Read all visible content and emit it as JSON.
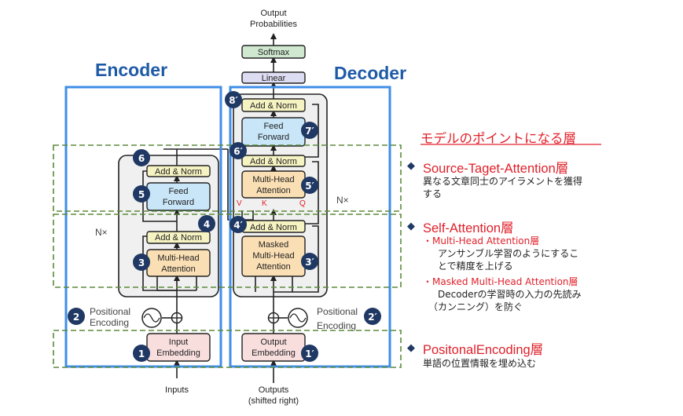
{
  "titles": {
    "encoder": "Encoder",
    "decoder": "Decoder"
  },
  "diagram": {
    "output_probabilities": [
      "Output",
      "Probabilities"
    ],
    "softmax": "Softmax",
    "linear": "Linear",
    "add_norm": "Add & Norm",
    "feed_forward": [
      "Feed",
      "Forward"
    ],
    "multi_head_attention": [
      "Multi-Head",
      "Attention"
    ],
    "masked_multi_head_attention": [
      "Masked",
      "Multi-Head",
      "Attention"
    ],
    "input_embedding": [
      "Input",
      "Embedding"
    ],
    "output_embedding": [
      "Output",
      "Embedding"
    ],
    "positional_encoding": [
      "Positional",
      "Encoding"
    ],
    "inputs": "Inputs",
    "outputs": [
      "Outputs",
      "(shifted right)"
    ],
    "nx": "N×",
    "qkv": [
      "V",
      "K",
      "Q"
    ],
    "plus": "⊕"
  },
  "badges": {
    "encoder": [
      "1",
      "2",
      "3",
      "4",
      "5",
      "6"
    ],
    "decoder": [
      "1′",
      "2′",
      "3′",
      "4′",
      "5′",
      "6′",
      "7′",
      "8′"
    ]
  },
  "annotations": {
    "model_point": "モデルのポイントになる層",
    "marker": "◆",
    "source_target": {
      "title": "Source-Taget-Attention層",
      "desc": [
        "異なる文章同士のアイラメントを獲得",
        "する"
      ]
    },
    "self_attention": {
      "title": "Self-Attention層",
      "bullet1": "・Multi-Head Attention層",
      "desc1": [
        "アンサンブル学習のようにするこ",
        "とで精度を上げる"
      ],
      "bullet2": "・Masked Multi-Head Attention層",
      "desc2": [
        "Decoderの学習時の入力の先読み",
        "（カンニング）を防ぐ"
      ]
    },
    "positional": {
      "title": "PositonalEncoding層",
      "desc": "単語の位置情報を埋め込む"
    }
  },
  "colors": {
    "accent_blue": "#3f8ee8",
    "title_blue": "#1f5aa6",
    "dashed_green": "#5b8a3a",
    "badge_navy": "#1f3864",
    "red": "#e0202a",
    "softmax_green": "#cfe8cf",
    "linear_lavender": "#dcdcf2",
    "add_norm_yellow": "#f6f3c2",
    "feed_forward_blue": "#c8e6f8",
    "attention_orange": "#fbdfb4",
    "embedding_pink": "#f9dede",
    "block_gray": "#f0f0f0"
  }
}
